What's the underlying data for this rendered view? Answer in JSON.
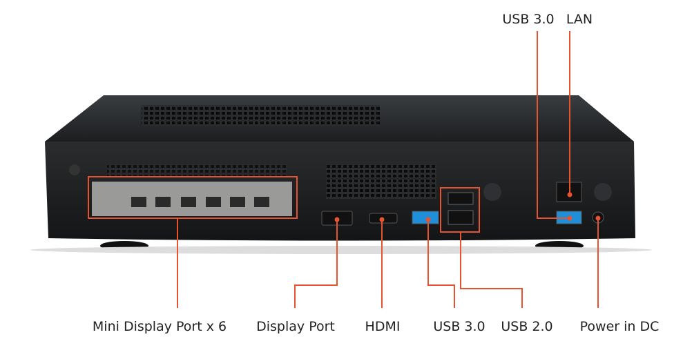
{
  "accent_color": "#e8532f",
  "labels_top": {
    "usb3": "USB 3.0",
    "lan": "LAN"
  },
  "labels_bottom": {
    "mini_dp": "Mini Display Port x 6",
    "dp": "Display Port",
    "hdmi": "HDMI",
    "usb3": "USB 3.0",
    "usb2": "USB 2.0",
    "power": "Power in DC"
  }
}
